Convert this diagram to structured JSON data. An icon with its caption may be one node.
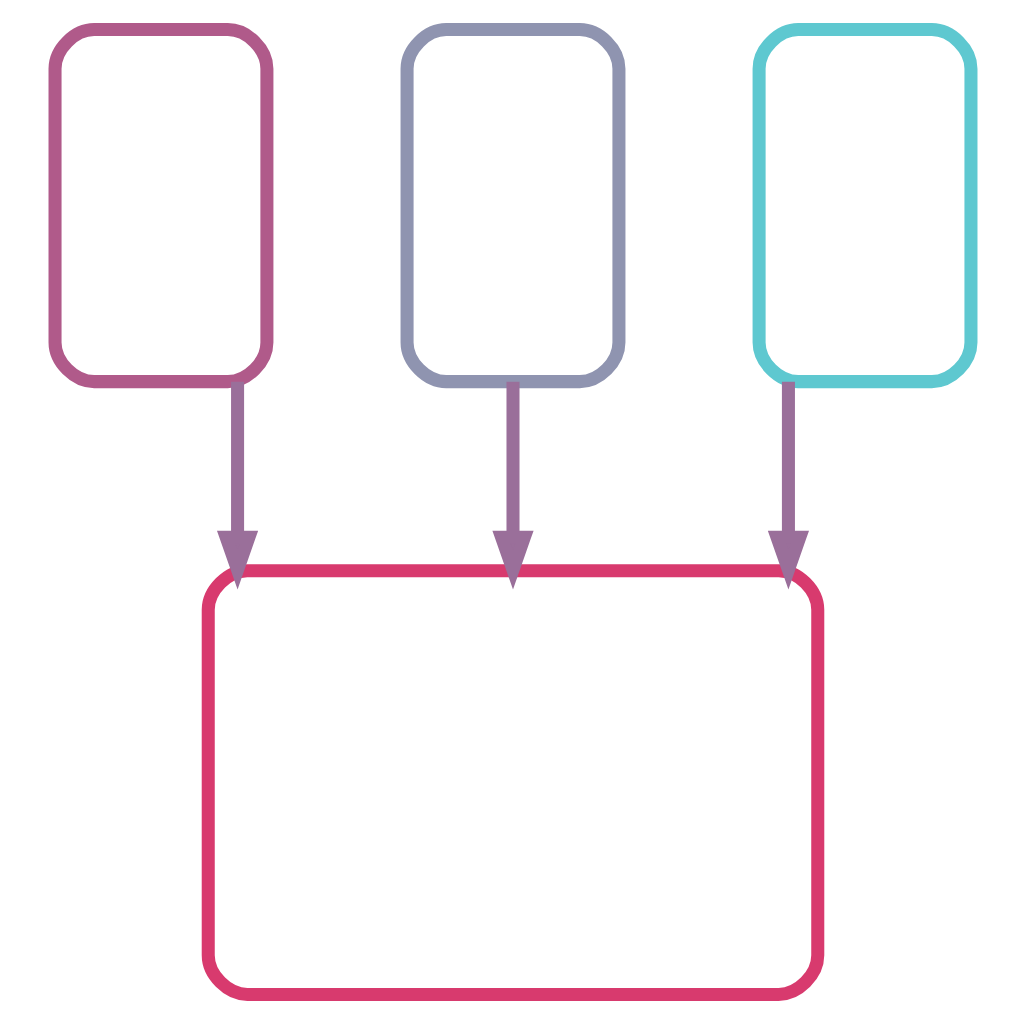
{
  "diagram": {
    "nodes": [
      {
        "text": [],
        "shape": "box"
      },
      {
        "text": [],
        "shape": "box"
      },
      {
        "text": [],
        "shape": "box"
      },
      {
        "text": [],
        "shape": "box"
      }
    ],
    "edges": [
      {
        "from": 0,
        "to": 3,
        "arrow": "to"
      },
      {
        "from": 1,
        "to": 3,
        "arrow": "to"
      },
      {
        "from": 2,
        "to": 3,
        "arrow": "to"
      }
    ]
  }
}
